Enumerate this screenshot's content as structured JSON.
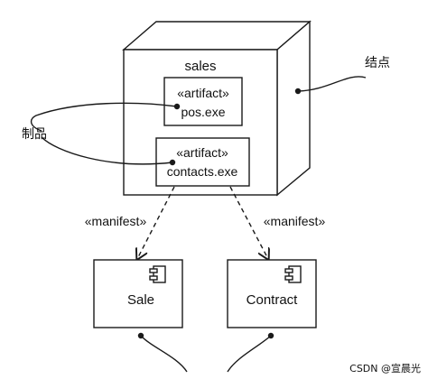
{
  "node": {
    "name": "sales",
    "callout": "结点"
  },
  "artifacts": [
    {
      "stereotype": "«artifact»",
      "name": "pos.exe"
    },
    {
      "stereotype": "«artifact»",
      "name": "contacts.exe"
    }
  ],
  "artifact_callout": "制品",
  "manifest": [
    {
      "label": "«manifest»"
    },
    {
      "label": "«manifest»"
    }
  ],
  "components": [
    {
      "name": "Sale"
    },
    {
      "name": "Contract"
    }
  ],
  "watermark": "CSDN @宣晨光"
}
